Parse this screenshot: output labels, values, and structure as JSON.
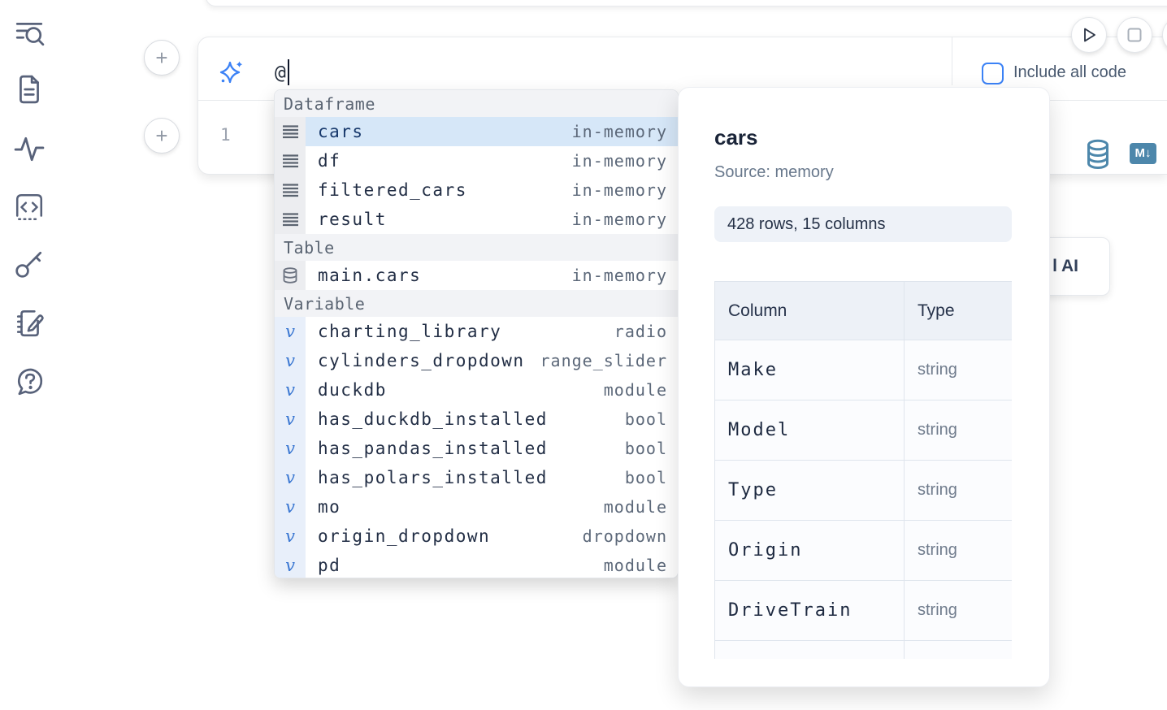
{
  "sidebar": {
    "icons": [
      "table-of-contents-search",
      "document",
      "activity",
      "code-snippets",
      "key",
      "scratchpad",
      "help-chat"
    ]
  },
  "cell": {
    "add_button_top": "+",
    "add_button_bottom": "+",
    "ai_input_value": "@",
    "include_all_code_label": "Include all code",
    "line_number": "1",
    "markdown_badge": "M↓"
  },
  "autocomplete": {
    "sections": [
      {
        "label": "Dataframe",
        "items": [
          {
            "name": "cars",
            "type": "in-memory",
            "selected": true
          },
          {
            "name": "df",
            "type": "in-memory"
          },
          {
            "name": "filtered_cars",
            "type": "in-memory"
          },
          {
            "name": "result",
            "type": "in-memory"
          }
        ]
      },
      {
        "label": "Table",
        "items": [
          {
            "name": "main.cars",
            "type": "in-memory"
          }
        ]
      },
      {
        "label": "Variable",
        "items": [
          {
            "name": "charting_library",
            "type": "radio"
          },
          {
            "name": "cylinders_dropdown",
            "type": "range_slider"
          },
          {
            "name": "duckdb",
            "type": "module"
          },
          {
            "name": "has_duckdb_installed",
            "type": "bool"
          },
          {
            "name": "has_pandas_installed",
            "type": "bool"
          },
          {
            "name": "has_polars_installed",
            "type": "bool"
          },
          {
            "name": "mo",
            "type": "module"
          },
          {
            "name": "origin_dropdown",
            "type": "dropdown"
          },
          {
            "name": "pd",
            "type": "module"
          }
        ]
      }
    ],
    "variable_glyph": "v"
  },
  "preview": {
    "title": "cars",
    "source": "Source: memory",
    "shape_badge": "428 rows, 15 columns",
    "table": {
      "headers": [
        "Column",
        "Type"
      ],
      "rows": [
        {
          "column": "Make",
          "type": "string"
        },
        {
          "column": "Model",
          "type": "string"
        },
        {
          "column": "Type",
          "type": "string"
        },
        {
          "column": "Origin",
          "type": "string"
        },
        {
          "column": "DriveTrain",
          "type": "string"
        },
        {
          "column": "",
          "type": ""
        }
      ]
    }
  },
  "ai_button": {
    "visible_label": "l AI"
  },
  "colors": {
    "accent_blue": "#3b82f6",
    "steel_blue": "#4d87ab",
    "selected_row": "#d6e7f8"
  }
}
